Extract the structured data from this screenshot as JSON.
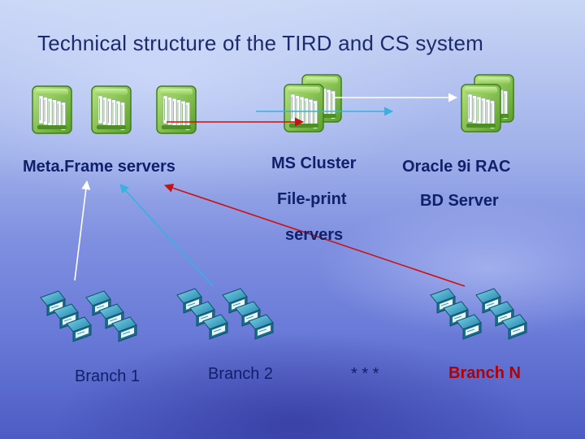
{
  "title": "Technical structure of the TIRD and CS system",
  "labels": {
    "metaframe": "Meta.Frame servers",
    "ms_cluster": "MS Cluster",
    "file_print_1": "File-print",
    "file_print_2": "servers",
    "oracle": "Oracle 9i RAC",
    "bd_server": "BD Server",
    "branch1": "Branch 1",
    "branch2": "Branch 2",
    "ellipsis": "* * *",
    "branchN": "Branch N"
  },
  "colors": {
    "server_green": "#7bc043",
    "server_dark": "#3f7d1f",
    "workstation": "#2aa3c4",
    "arrow_red": "#cc1111",
    "arrow_cyan": "#33b3e0",
    "arrow_white": "#ffffff",
    "branchN_text": "#b40000"
  },
  "icons": {
    "server": "server-rack-icon",
    "workstation": "workstation-computer-icon"
  }
}
